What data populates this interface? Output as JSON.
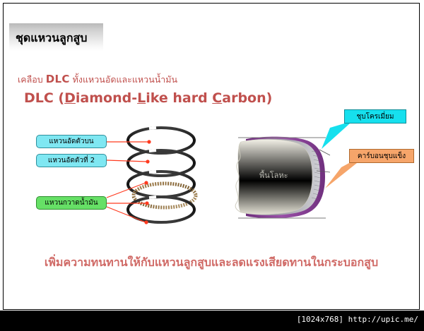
{
  "slide": {
    "title": "ชุดแหวนลูกสูบ",
    "subtitle_prefix": "เคลือบ ",
    "subtitle_keyword": "DLC",
    "subtitle_suffix": " ทั้งแหวนอัดและแหวนน้ำมัน",
    "dlc_heading": "DLC (Diamond-Like hard Carbon)",
    "conclusion": "เพิ่มความทนทานให้กับแหวนลูกสูบและลดแรงเสียดทานในกระบอกสูบ"
  },
  "labels": {
    "top_ring": "แหวนอัดตัวบน",
    "second_ring": "แหวนอัดตัวที่ 2",
    "oil_ring": "แหวนกวาดน้ำมัน",
    "chrome_plating": "ชุบโครเมี่ยม",
    "hard_carbon": "คาร์บอนชุบแข็ง",
    "substrate": "พื้นโลหะ"
  },
  "colors": {
    "accent_red": "#c0504d",
    "conclusion_red": "#d06a66",
    "label_blue": "#7fe7f2",
    "label_green": "#66e066",
    "callout_cyan": "#16e0ee",
    "callout_orange": "#f6a56a",
    "leader_line_red": "#ff3a1f",
    "coating_purple": "#8a3f96",
    "coating_silver": "#b9b9bd",
    "substrate_cream": "#eceade",
    "ring_dark": "#1a1a1a",
    "ring_bronze": "#8a6a3a"
  },
  "footer": {
    "watermark": "[1024x768] http://upic.me/"
  }
}
